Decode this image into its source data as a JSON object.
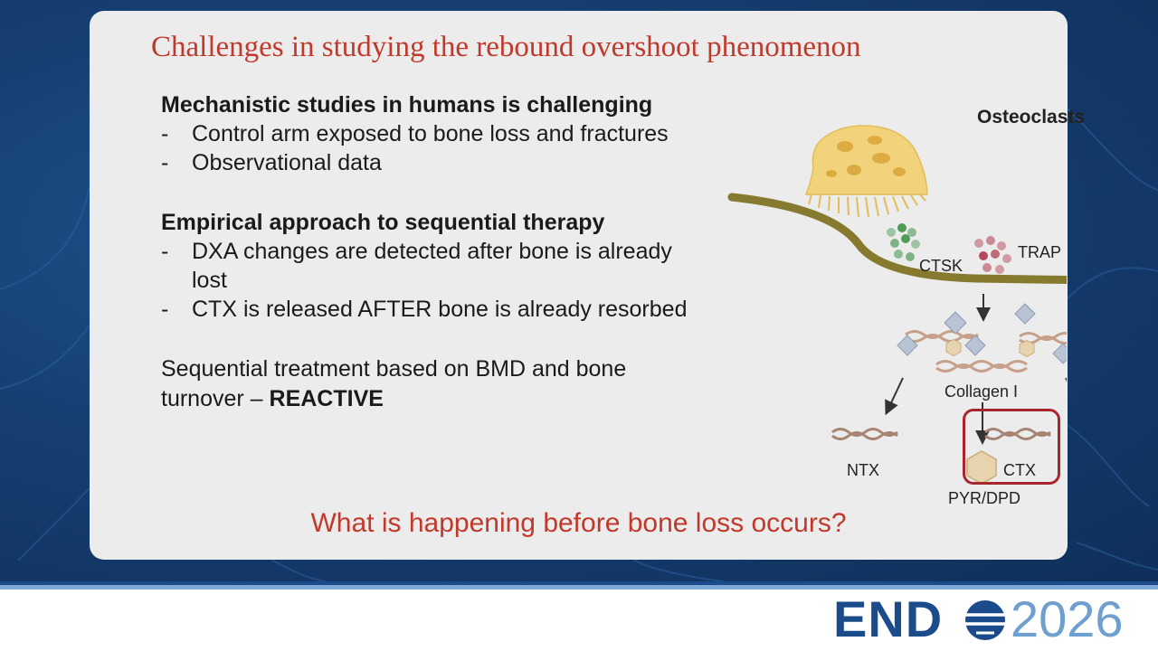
{
  "slide": {
    "title": "Challenges in studying the rebound overshoot phenomenon",
    "sections": [
      {
        "heading": "Mechanistic studies in humans is challenging",
        "bullets": [
          "Control arm exposed to bone loss and fractures",
          "Observational data"
        ]
      },
      {
        "heading": "Empirical approach to sequential therapy",
        "bullets": [
          "DXA changes are detected after bone is already lost",
          "CTX is released AFTER bone is already resorbed"
        ]
      }
    ],
    "bullet_marker": "-",
    "conclusion_text": "Sequential treatment based on BMD and bone turnover – ",
    "conclusion_emphasis": "REACTIVE",
    "question": "What is happening before bone loss occurs?"
  },
  "diagram": {
    "heading": "Osteoclasts",
    "labels": {
      "ctsk": "CTSK",
      "trap": "TRAP",
      "collagen": "Collagen I",
      "ntx": "NTX",
      "pyr_dpd": "PYR/DPD",
      "ctx": "CTX"
    },
    "colors": {
      "osteoclast": "#f2d27a",
      "bone_surface": "#857a2e",
      "ctsk_dots": "#4f9c5a",
      "trap_dots": "#b5485a",
      "collagen": "#c7a08a",
      "crystal": "#b8c4d4",
      "hexagon": "#e7d3ad",
      "ctx_highlight": "#a8262e"
    }
  },
  "footer": {
    "logo_text": "END",
    "logo_year": "2026",
    "logo_icon": "globe-icon"
  }
}
